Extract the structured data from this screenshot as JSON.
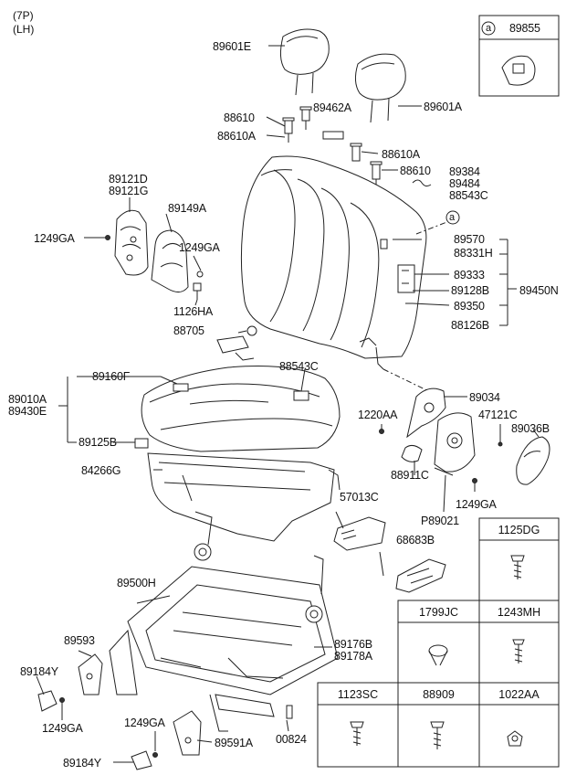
{
  "header": {
    "line1": "(7P)",
    "line2": "(LH)"
  },
  "inset_a": {
    "marker": "a",
    "part": "89855"
  },
  "labels": {
    "p89601E": "89601E",
    "p89601A": "89601A",
    "p88610a": "88610",
    "p89462A": "89462A",
    "p88610Aa": "88610A",
    "p88610Ab": "88610A",
    "p88610b": "88610",
    "p89384": "89384",
    "p89484": "89484",
    "p88543Ca": "88543C",
    "p89121D": "89121D",
    "p89121G": "89121G",
    "p89149A": "89149A",
    "p1249GAa": "1249GA",
    "p1249GAb": "1249GA",
    "markerA": "a",
    "p89570": "89570",
    "p88331H": "88331H",
    "p89333": "89333",
    "p89128B": "89128B",
    "p89350": "89350",
    "p89450N": "89450N",
    "p88126B": "88126B",
    "p1126HA": "1126HA",
    "p88705": "88705",
    "p89160F": "89160F",
    "p88543Cb": "88543C",
    "p89010A": "89010A",
    "p89430E": "89430E",
    "p89034": "89034",
    "p1220AA": "1220AA",
    "p47121C": "47121C",
    "p89036B": "89036B",
    "p89125B": "89125B",
    "p84266G": "84266G",
    "p88911C": "88911C",
    "p1249GAc": "1249GA",
    "p57013C": "57013C",
    "pP89021": "P89021",
    "p68683B": "68683B",
    "p89500H": "89500H",
    "p89593": "89593",
    "p89184Ya": "89184Y",
    "p1249GAd": "1249GA",
    "p89176B": "89176B",
    "p89178A": "89178A",
    "p1249GAe": "1249GA",
    "p89591A": "89591A",
    "p00824": "00824",
    "p89184Yb": "89184Y"
  },
  "table": {
    "c1125DG": "1125DG",
    "c1799JC": "1799JC",
    "c1243MH": "1243MH",
    "c1123SC": "1123SC",
    "c88909": "88909",
    "c1022AA": "1022AA"
  }
}
